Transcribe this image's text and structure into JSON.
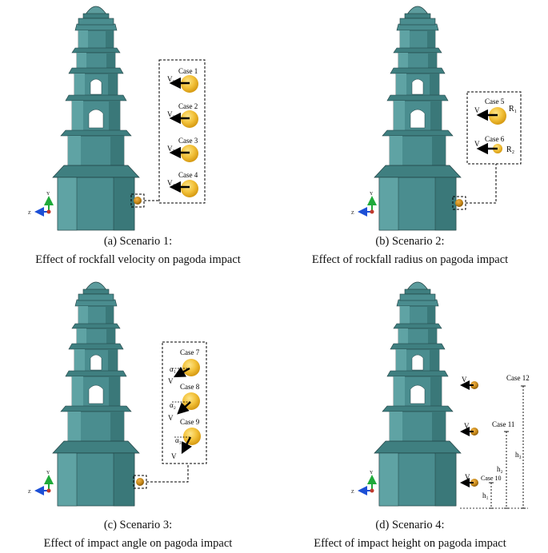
{
  "panels": [
    {
      "caption_line1": "(a) Scenario 1:",
      "caption_line2": "Effect of rockfall velocity on pagoda impact",
      "cases": [
        {
          "label": "Case 1",
          "velocity": "V₁"
        },
        {
          "label": "Case 2",
          "velocity": "V₂"
        },
        {
          "label": "Case 3",
          "velocity": "V₃"
        },
        {
          "label": "Case 4",
          "velocity": "V₄"
        }
      ]
    },
    {
      "caption_line1": "(b) Scenario 2:",
      "caption_line2": "Effect of rockfall radius on pagoda impact",
      "cases": [
        {
          "label": "Case 5",
          "velocity": "V",
          "radius": "R₁"
        },
        {
          "label": "Case 6",
          "velocity": "V",
          "radius": "R₂"
        }
      ]
    },
    {
      "caption_line1": "(c) Scenario 3:",
      "caption_line2": "Effect of impact angle on pagoda impact",
      "cases": [
        {
          "label": "Case 7",
          "velocity": "V",
          "angle": "α₁"
        },
        {
          "label": "Case 8",
          "velocity": "V",
          "angle": "α₂"
        },
        {
          "label": "Case 9",
          "velocity": "V",
          "angle": "α₃"
        }
      ]
    },
    {
      "caption_line1": "(d) Scenario 4:",
      "caption_line2": "Effect of impact height on pagoda impact",
      "cases": [
        {
          "label": "Case 10",
          "velocity": "V",
          "height": "h₁"
        },
        {
          "label": "Case 11",
          "velocity": "V",
          "height": "h₂"
        },
        {
          "label": "Case 12",
          "velocity": "V",
          "height": "h₃"
        }
      ]
    }
  ],
  "axis_labels": {
    "y": "Y",
    "z": "Z"
  },
  "colors": {
    "pagoda_face": "#4a8d8f",
    "pagoda_light": "#5fa3a4",
    "pagoda_dark": "#2f6466",
    "pagoda_edge": "#1f3f40",
    "ball": "#f3c23a",
    "ball_dark": "#b8860b",
    "y_axis": "#1faa3a",
    "z_axis": "#1c4fd6",
    "origin": "#c0392b"
  }
}
